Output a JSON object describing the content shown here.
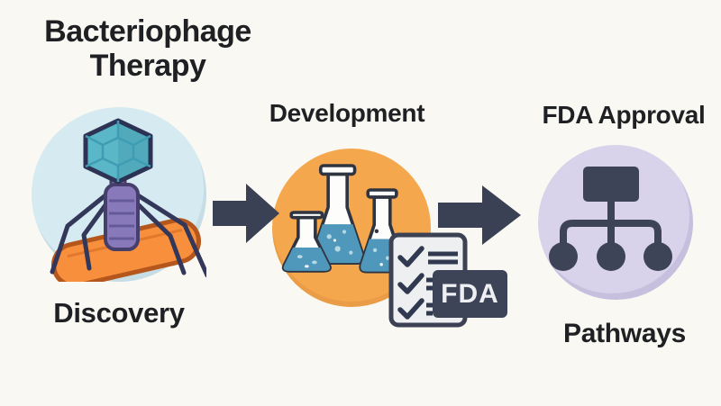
{
  "title": {
    "line1": "Bacteriophage",
    "line2": "Therapy"
  },
  "stages": {
    "discovery": {
      "label": "Discovery",
      "icon": "bacteriophage-on-bacterium-icon"
    },
    "development": {
      "label": "Development",
      "icon": "lab-flasks-icon"
    },
    "approval": {
      "label": "FDA Approval",
      "sublabel": "Pathways",
      "icon": "hierarchy-flowchart-icon"
    }
  },
  "checklist": {
    "badge_label": "FDA",
    "icon": "fda-checklist-icon",
    "checkmark_count": 3
  },
  "arrows": {
    "icon": "right-arrow-icon",
    "count": 2
  },
  "colors": {
    "background": "#faf8f2",
    "text": "#1f2023",
    "arrow": "#3b4154",
    "dark_icon": "#3d4458",
    "discovery_circle": "#d6eaf1",
    "development_circle": "#f5a74e",
    "approval_circle": "#d8d2eb",
    "phage_head": "#5ab7c8",
    "phage_tail": "#8779ba",
    "phage_leg": "#333759",
    "bacterium_fill": "#f78f3c",
    "bacterium_outline": "#b5571d",
    "flask_liquid": "#4f97bb",
    "flask_body": "#fdfdfb",
    "flask_outline": "#2e3440",
    "clipboard_fill": "#edeff1",
    "clipboard_outline": "#3c4254",
    "badge_text": "#edeff3"
  }
}
